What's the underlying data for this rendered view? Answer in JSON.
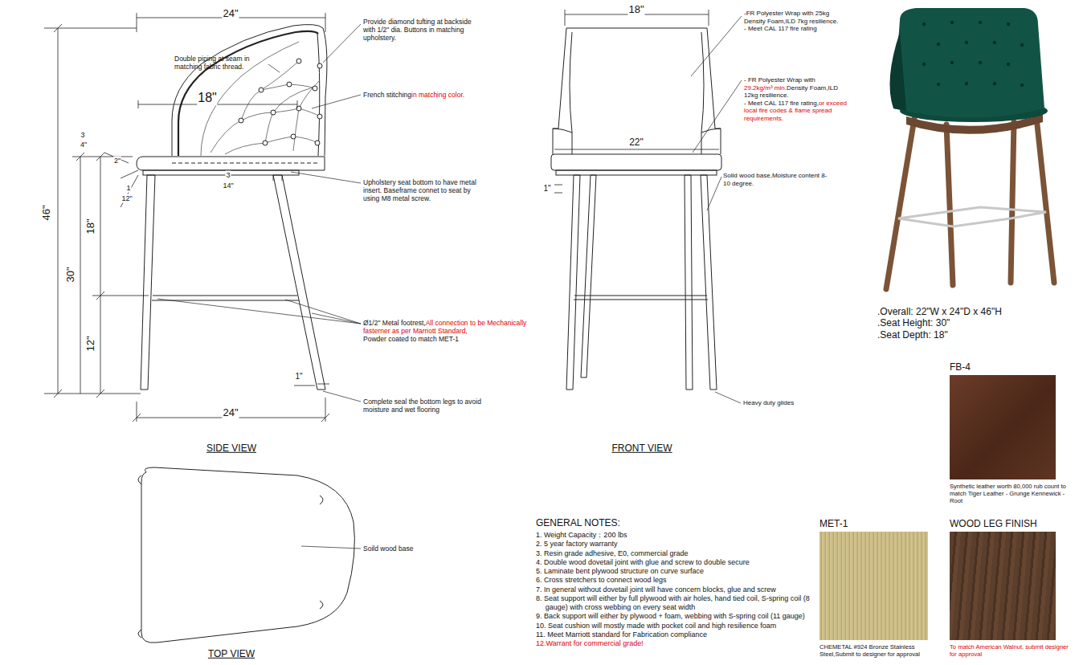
{
  "diagram": {
    "nodes": [
      {
        "text": [
          "FB-4",
          "Synthetic leather worth 80,000 rub count to match Tiger Leather - Grunge Kennewick - Root"
        ]
      },
      {
        "text": [
          "MET-1",
          "CHEMETAL #924 Bronze Stainless Steel,Submit to designer for approval"
        ]
      },
      {
        "text": [
          "WOOD LEG FINISH",
          "To match American Walnut, submit designer for approval"
        ]
      }
    ],
    "labels": [
      "24\"",
      "Provide diamond tufting at backside with 1/2\" dia. Buttons in matching upholstery.",
      "Double piping at seam in matching fabric thread.",
      "18\"",
      "French stitching",
      "in matching color.",
      "3",
      "4\"",
      "2\"",
      "1",
      "12\"",
      "3",
      "14\"",
      "Upholstery seat bottom to have metal insert. Baseframe connet to seat by using M8 metal screw.",
      "46\"",
      "30\"",
      "18\"",
      "12\"",
      "Ø1/2\" Metal footrest,",
      "All connection to be Mechanically fasterner as per Marriott Standard,",
      "Powder coated to match MET-1",
      "1\"",
      "Complete seal the bottom legs to avoid moisture and wet flooring",
      "24\"",
      "SIDE VIEW",
      "18\"",
      "-FR Polyester Wrap with 25kg Density Foam,ILD 7kg resilience.",
      "- Meet CAL 117 fire rating",
      "- FR Polyester Wrap with",
      "29.2kg/m³ min.",
      "Density Foam,ILD 12kg resilience.",
      "- Meet CAL 117 fire rating,",
      "or exceed local fire codes & flame spread requirements.",
      "22\"",
      "1\"",
      "Solid wood base,Moisture content 8-10 degree.",
      "Heavy duty glides",
      "FRONT VIEW",
      "Soild wood base",
      "TOP VIEW",
      ".Overall: 22\"W x 24\"D x 46\"H",
      ".Seat Height: 30\"",
      ".Seat Depth: 18\"",
      "GENERAL NOTES:",
      "1. Weight Capacity：200 lbs",
      "2. 5 year factory warranty",
      "3. Resin grade adhesive, E0, commercial grade",
      "4. Double wood dovetail joint with glue and screw to double secure",
      "5. Laminate bent plywood structure on curve surface",
      "6. Cross stretchers to connect wood legs",
      "7. In general without dovetail joint will have concern blocks, glue and screw",
      "8. Seat support will either by full plywood with air holes, hand tied coil, S-spring coil (8 gauge) with cross webbing on every seat width",
      "9. Back support will either by plywood + foam, webbing with S-spring coil (11 gauge)",
      "10. Seat cushion will mostly made with pocket coil and high resilience foam",
      "11. Meet Marriott standard for Fabrication compliance",
      "12.Warrant for commercial grade!"
    ]
  }
}
